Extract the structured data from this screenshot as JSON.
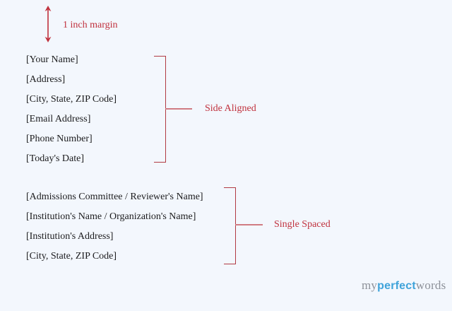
{
  "page": {
    "background_color": "#f3f7fd"
  },
  "annotations": {
    "accent_color": "#c0313d",
    "bracket_color": "#b13a43",
    "connector_color": "#d07b82",
    "margin_arrow_icon": "double-headed-vertical-arrow",
    "margin_label": "1 inch margin",
    "side_aligned_label": "Side Aligned",
    "single_spaced_label": "Single Spaced"
  },
  "letter_template": {
    "text_color": "#1c1c1e",
    "sender_block": {
      "lines": [
        "[Your Name]",
        "[Address]",
        "[City, State, ZIP Code]",
        "[Email Address]",
        "[Phone Number]",
        "[Today's Date]"
      ]
    },
    "recipient_block": {
      "lines": [
        "[Admissions Committee / Reviewer's Name]",
        "[Institution's Name / Organization's Name]",
        "[Institution's Address]",
        "[City, State, ZIP Code]"
      ]
    }
  },
  "logo": {
    "part_my": "my",
    "part_perfect": "perfect",
    "part_words": "words",
    "gray_color": "#8d9199",
    "blue_color": "#3fa3da"
  }
}
